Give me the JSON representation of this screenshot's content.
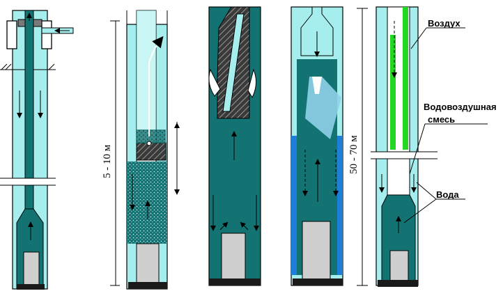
{
  "labels": {
    "air": "Воздух",
    "mixture_line1": "Водовоздушная",
    "mixture_line2": "смесь",
    "water": "Вода",
    "depth_a": "5 - 10 м",
    "depth_b": "50 - 70 м"
  },
  "colors": {
    "water_dark": "#137373",
    "water_light": "#a6eeee",
    "water_blue": "#1e7fd8",
    "air_green": "#22d822",
    "casing": "#1a1a1a",
    "sand": "#bfbfbf",
    "pump_grey": "#cfcfcf"
  }
}
